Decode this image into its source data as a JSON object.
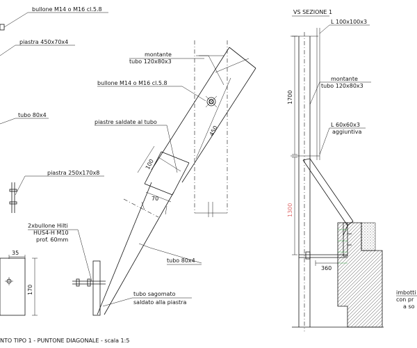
{
  "left_view": {
    "labels": {
      "bolt_top": "bullone M14 o M16 cl.5.8",
      "plate_top": "piastra 450x70x4",
      "tube_left": "tubo 80x4",
      "plate_mid": "piastra 250x170x8",
      "upright": "montante",
      "upright_tube": "tubo 120x80x3",
      "bolt_mid": "bullone M14 o M16 cl.5.8",
      "welded_plates": "piastre saldate al tubo",
      "hilti_1": "2xbullone Hilti",
      "hilti_2": "HUS4-H M10",
      "hilti_3": "prof. 60mm",
      "tube_diag": "tubo 80x4",
      "shaped_1": "tubo sagomato",
      "shaped_2": "saldato alla piastra"
    },
    "dims": {
      "d450": "450",
      "d100": "100",
      "d70": "70",
      "d35": "35",
      "d170": "170"
    },
    "title": "NTO TIPO 1 - PUNTONE DIAGONALE - scala 1:5"
  },
  "right_view": {
    "title": "VS SEZIONE 1",
    "labels": {
      "angle_top": "L 100x100x3",
      "upright": "montante",
      "upright_tube": "tubo 120x80x3",
      "angle_add_1": "L 60x60x3",
      "angle_add_2": "aggiuntiva",
      "note_1": "imbotti",
      "note_2": "con pr",
      "note_3": "a so"
    },
    "dims": {
      "d1700": "1700",
      "d1300": "1300",
      "d360": "360"
    }
  },
  "colors": {
    "line": "#111111",
    "dim_highlight": "#e06a6a",
    "hatch_lines": "#2f9e3c"
  }
}
